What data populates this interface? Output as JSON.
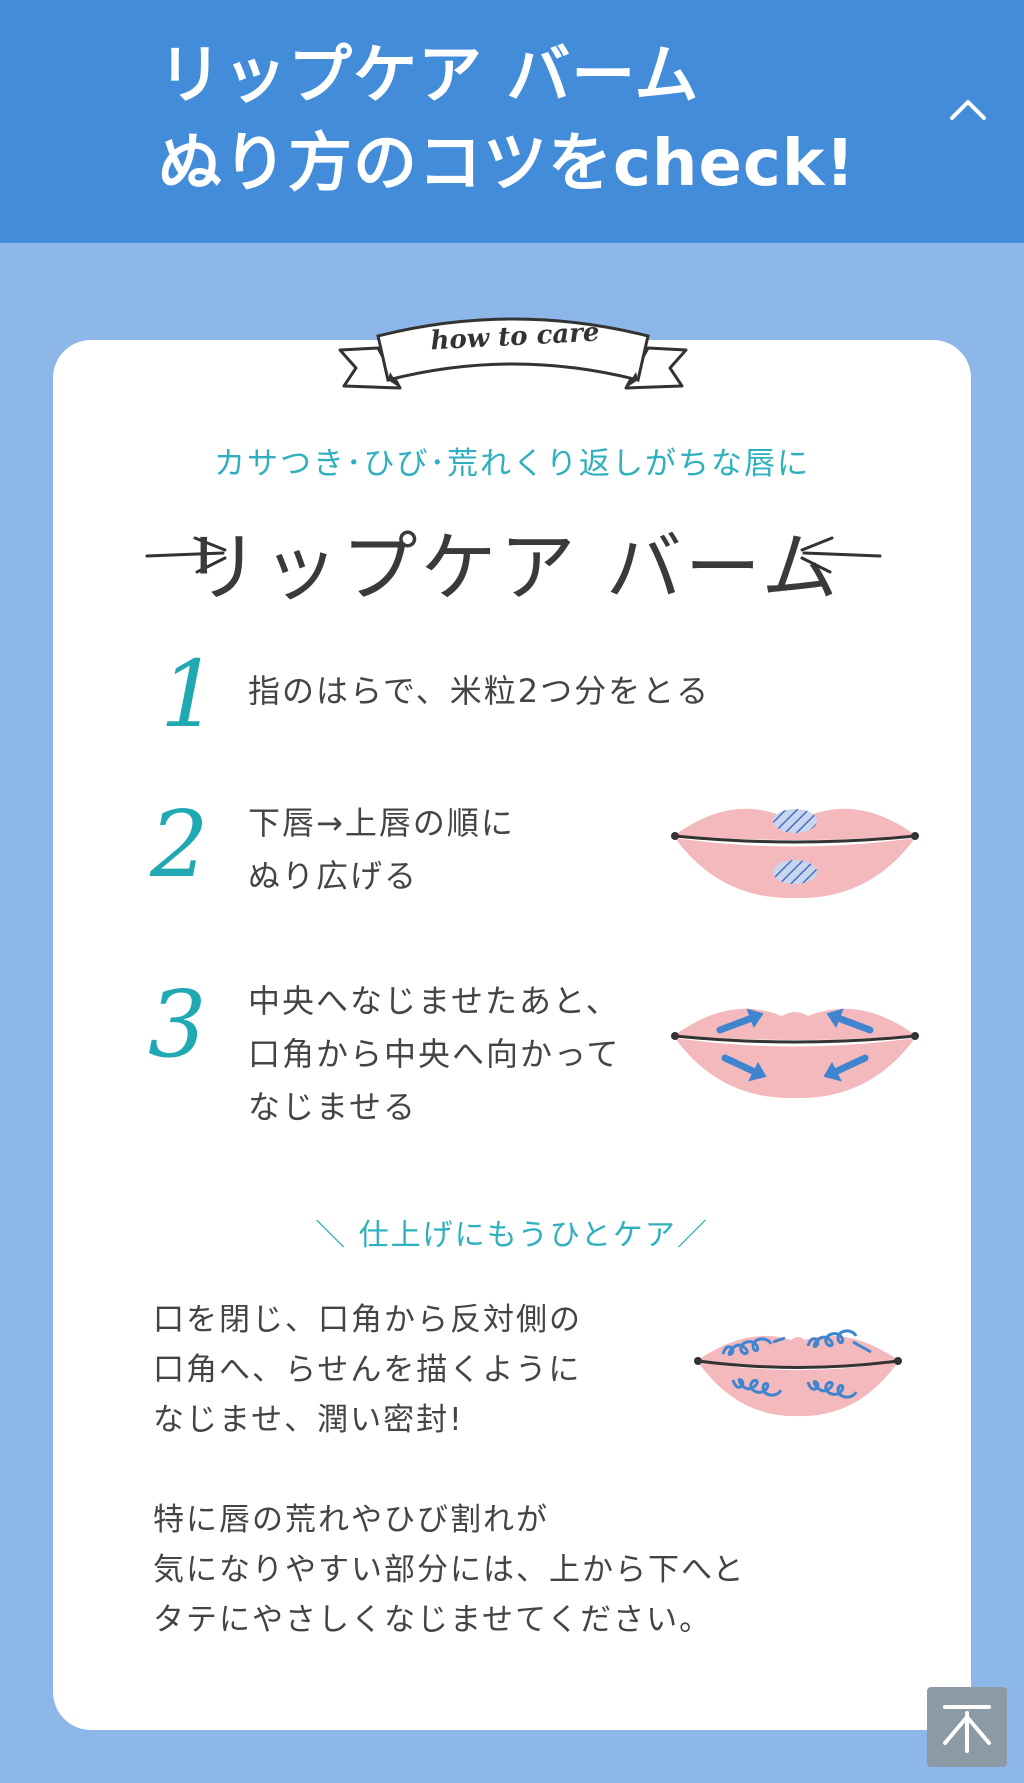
{
  "header": {
    "title_line1": "リップケア バーム",
    "title_line2": "ぬり方のコツをcheck!",
    "collapse_icon": "chevron-up-icon"
  },
  "card": {
    "ribbon_text": "how to care",
    "subtitle": "カサつき･ひび･荒れくり返しがちな唇に",
    "title": "リップケア バーム",
    "steps": [
      {
        "number": "1",
        "lines": [
          "指のはらで、米粒2つ分をとる"
        ]
      },
      {
        "number": "2",
        "lines": [
          "下唇→上唇の順に",
          "ぬり広げる"
        ]
      },
      {
        "number": "3",
        "lines": [
          "中央へなじませたあと、",
          "口角から中央へ向かって",
          "なじませる"
        ]
      }
    ],
    "extra_heading": "＼ 仕上げにもうひとケア／",
    "extra_lines": [
      "口を閉じ、口角から反対側の",
      "口角へ、らせんを描くように",
      "なじませ、潤い密封!"
    ],
    "note_lines": [
      "特に唇の荒れやひび割れが",
      "気になりやすい部分には、上から下へと",
      "タテにやさしくなじませてください。"
    ]
  },
  "back_to_top_icon": "arrow-up-to-top-icon",
  "colors": {
    "header": "#428cd9",
    "background": "#8cb7e8",
    "accent_teal": "#2fb1bd",
    "lip_pink": "#f4b9bd",
    "lip_mark_blue": "#4a86cf"
  }
}
